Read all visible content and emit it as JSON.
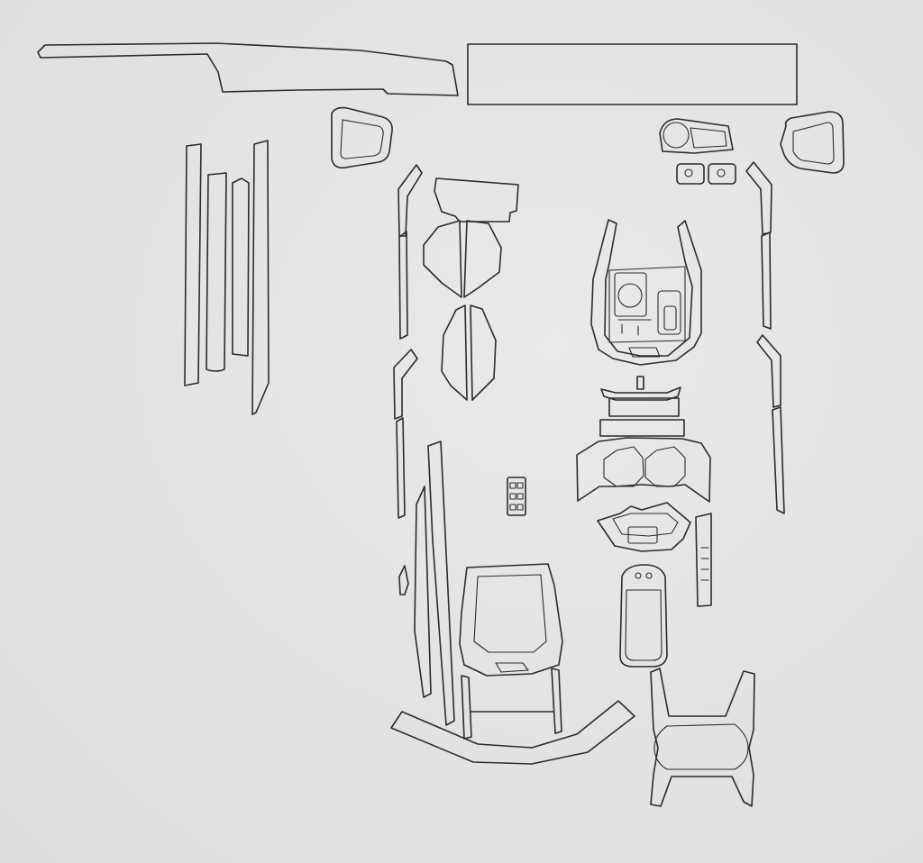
{
  "background_color": "#e3e3e1",
  "stroke_color": "#2b2b30",
  "pieces": [
    "dashboard-trim-strip",
    "infotainment-screen-film",
    "left-air-vent-frame",
    "right-air-vent-frame",
    "left-door-trim-strips",
    "center-column-trim",
    "gear-console-panel",
    "cupholder-panel",
    "window-switch-panel",
    "armrest-console",
    "rear-console-lower"
  ]
}
